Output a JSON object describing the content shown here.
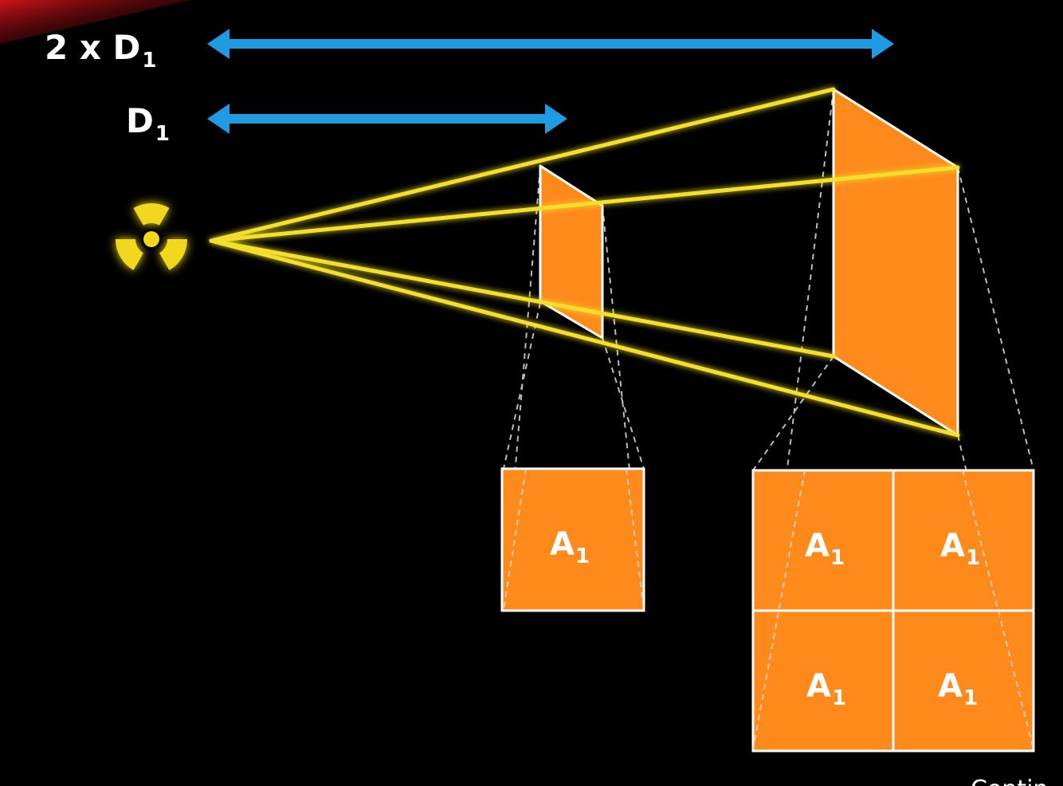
{
  "labels": {
    "distance_double": {
      "prefix": "2 x D",
      "subscript": "1"
    },
    "distance_single": {
      "prefix": "D",
      "subscript": "1"
    },
    "area": {
      "prefix": "A",
      "subscript": "1"
    },
    "corner_fragment": "Contin"
  },
  "icons": {
    "source": "radiation-icon",
    "arrow": "double-headed-arrow"
  },
  "colors": {
    "background": "#000000",
    "arrow": "#1e9be3",
    "beam": "#f4e02a",
    "radiation_symbol": "#f2d81b",
    "panel_fill": "#ff8a1c",
    "panel_edge": "#ffffff",
    "accent_corner": "#c4141a"
  },
  "diagram": {
    "near_detector_cells": 1,
    "far_detector_cells": 4,
    "far_grid": "2x2"
  }
}
